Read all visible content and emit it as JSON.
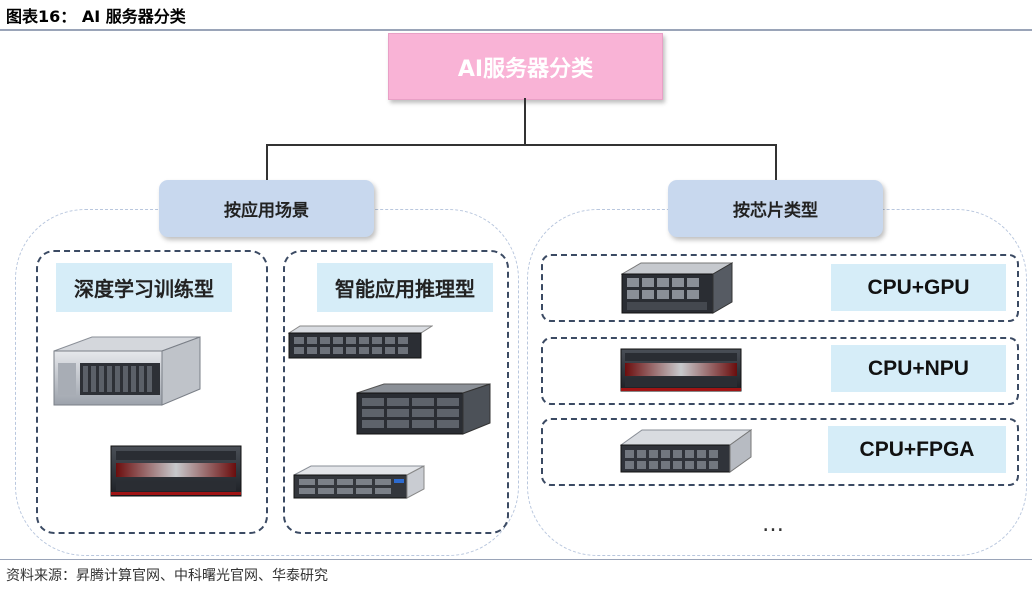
{
  "figure_title": "图表16：  AI 服务器分类",
  "root_label": "AI服务器分类",
  "categories": [
    {
      "label": "按应用场景"
    },
    {
      "label": "按芯片类型"
    }
  ],
  "scenario_groups": [
    {
      "label": "深度学习训练型"
    },
    {
      "label": "智能应用推理型"
    }
  ],
  "chip_types": [
    {
      "label": "CPU+GPU"
    },
    {
      "label": "CPU+NPU"
    },
    {
      "label": "CPU+FPGA"
    }
  ],
  "ellipsis": "…",
  "source": "资料来源：昇腾计算官网、中科曙光官网、华泰研究"
}
